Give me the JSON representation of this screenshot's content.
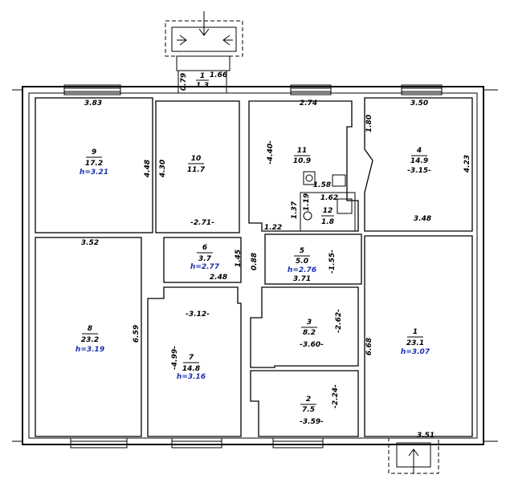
{
  "rooms": [
    {
      "id": "1",
      "area": "23.1",
      "height": "h=3.07"
    },
    {
      "id": "2",
      "area": "7.5"
    },
    {
      "id": "3",
      "area": "8.2"
    },
    {
      "id": "4",
      "area": "14.9",
      "height": "-3.15-"
    },
    {
      "id": "5",
      "area": "5.0",
      "height": "h=2.76"
    },
    {
      "id": "6",
      "area": "3.7",
      "height": "h=2.77"
    },
    {
      "id": "7",
      "area": "14.8",
      "height": "h=3.16"
    },
    {
      "id": "8",
      "area": "23.2",
      "height": "h=3.19"
    },
    {
      "id": "9",
      "area": "17.2",
      "height": "h=3.21"
    },
    {
      "id": "10",
      "area": "11.7"
    },
    {
      "id": "11",
      "area": "10.9"
    },
    {
      "id": "12",
      "area": "1.8"
    },
    {
      "id": "1",
      "area": "1.3",
      "note": "entrance"
    }
  ],
  "dims": {
    "r9_top": "3.83",
    "r9_right": "4.48",
    "r10_left": "4.30",
    "r10_bottom": "-2.71-",
    "r11_top": "2.74",
    "r11_left": "-4.40-",
    "r11_small": "1.58",
    "r12_w": "1.62",
    "r12_h": "1.19",
    "r12_v": "1.37",
    "r5_top_a": "1.22",
    "r5_right": "-1.55-",
    "r5_left": "0.88",
    "r5_bottom": "3.71",
    "r4_top": "3.50",
    "r4_left": "1.80",
    "r4_right": "4.23",
    "r4_bottom": "3.48",
    "r6_right": "1.45",
    "r6_bottom": "2.48",
    "r8_top": "3.52",
    "r8_right": "6.59",
    "r7_top": "-3.12-",
    "r7_left": "-4.99-",
    "r3_right": "-2.62-",
    "r3_bottom": "-3.60-",
    "r2_right": "-2.24-",
    "r2_bottom": "-3.59-",
    "r1_left": "6.68",
    "r1_bottom": "3.51",
    "ent_left": "0.79",
    "ent_right": "1.66"
  }
}
